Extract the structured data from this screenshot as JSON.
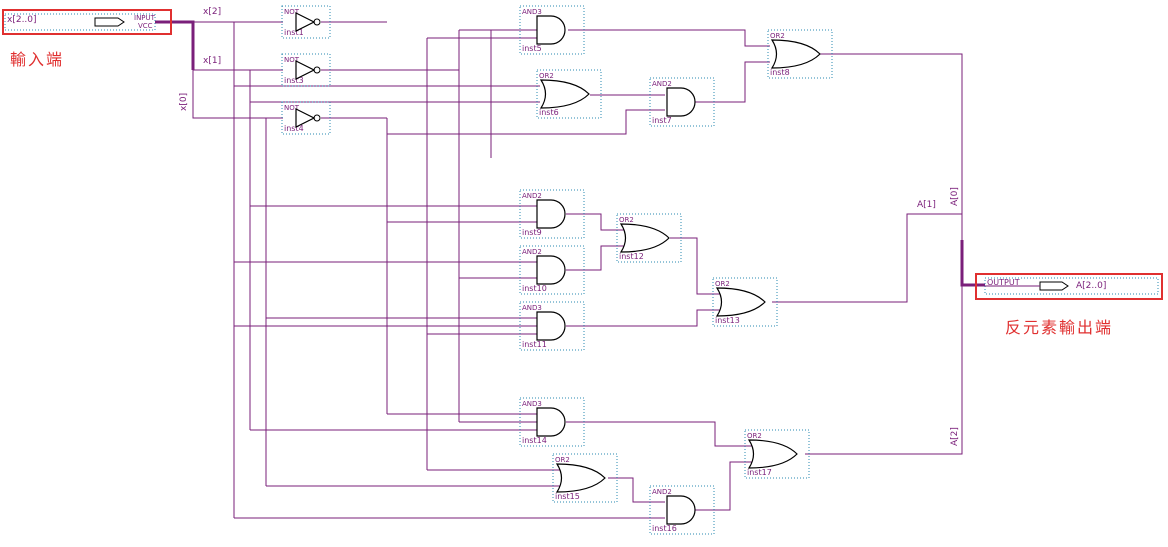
{
  "input_pin": {
    "type_label": "INPUT",
    "vcc_label": "VCC",
    "name": "x[2..0]"
  },
  "output_pin": {
    "type_label": "OUTPUT",
    "name": "A[2..0]"
  },
  "callouts": {
    "input": "輸入端",
    "output": "反元素輸出端"
  },
  "bus_labels": {
    "x2": "x[2]",
    "x1": "x[1]",
    "x0": "x[0]",
    "a0": "A[0]",
    "a1": "A[1]",
    "a2": "A[2]"
  },
  "gates": [
    {
      "id": "inst1",
      "type": "NOT"
    },
    {
      "id": "inst3",
      "type": "NOT"
    },
    {
      "id": "inst4",
      "type": "NOT"
    },
    {
      "id": "inst5",
      "type": "AND3"
    },
    {
      "id": "inst6",
      "type": "OR2"
    },
    {
      "id": "inst7",
      "type": "AND2"
    },
    {
      "id": "inst8",
      "type": "OR2"
    },
    {
      "id": "inst9",
      "type": "AND2"
    },
    {
      "id": "inst10",
      "type": "AND2"
    },
    {
      "id": "inst11",
      "type": "AND3"
    },
    {
      "id": "inst12",
      "type": "OR2"
    },
    {
      "id": "inst13",
      "type": "OR2"
    },
    {
      "id": "inst14",
      "type": "AND3"
    },
    {
      "id": "inst15",
      "type": "OR2"
    },
    {
      "id": "inst16",
      "type": "AND2"
    },
    {
      "id": "inst17",
      "type": "OR2"
    }
  ],
  "colors": {
    "wire": "#7a1f7a",
    "gate": "#000000",
    "box": "#2a8ab0",
    "label": "#7a1f7a",
    "highlight": "#e03030"
  }
}
